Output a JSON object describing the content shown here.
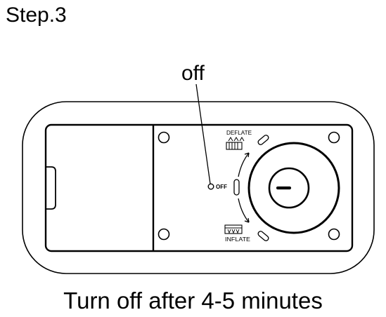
{
  "step_title": "Step.3",
  "callout": {
    "label": "off"
  },
  "panel": {
    "deflate_label": "DEFLATE",
    "inflate_label": "INFLATE",
    "off_label": "OFF",
    "icons": [
      "deflate-mode-icon",
      "inflate-mode-icon"
    ]
  },
  "caption": "Turn off after 4-5 minutes"
}
